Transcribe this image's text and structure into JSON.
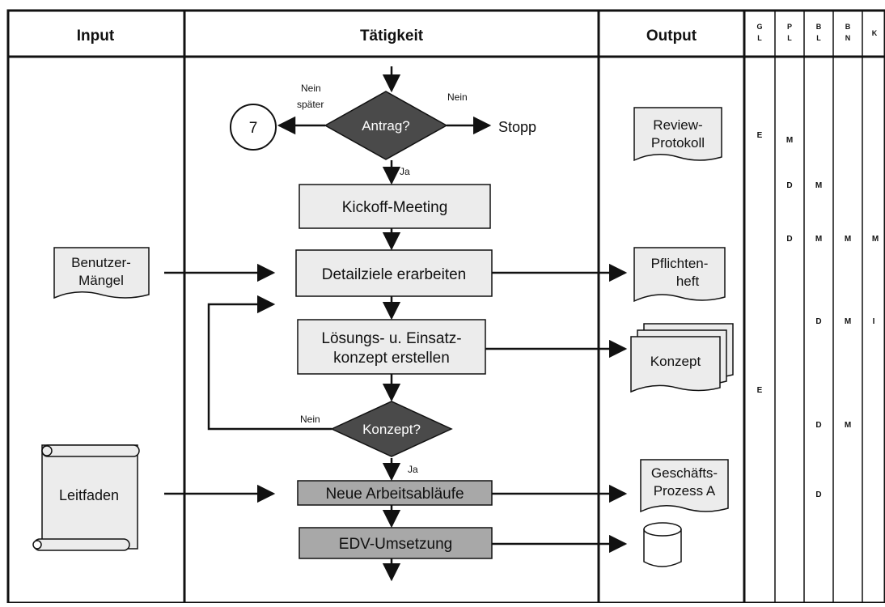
{
  "header": {
    "input": "Input",
    "activity": "Tätigkeit",
    "output": "Output",
    "roles": [
      {
        "top": "G",
        "bottom": "L"
      },
      {
        "top": "P",
        "bottom": "L"
      },
      {
        "top": "B",
        "bottom": "L"
      },
      {
        "top": "B",
        "bottom": "N"
      },
      {
        "top": "K",
        "bottom": ""
      }
    ]
  },
  "flow": {
    "decision_antrag": "Antrag?",
    "decision_konzept": "Konzept?",
    "connector": "7",
    "stop": "Stopp",
    "nein_later_1": "Nein",
    "nein_later_2": "später",
    "nein_right": "Nein",
    "ja_1": "Ja",
    "nein_loop": "Nein",
    "ja_2": "Ja",
    "kickoff": "Kickoff-Meeting",
    "detailziele": "Detailziele erarbeiten",
    "loesung_1": "Lösungs- u. Einsatz-",
    "loesung_2": "konzept erstellen",
    "neue_ablaeufe": "Neue Arbeitsabläufe",
    "edv": "EDV-Umsetzung"
  },
  "inputs": {
    "benutzer_1": "Benutzer-",
    "benutzer_2": "Mängel",
    "leitfaden": "Leitfaden"
  },
  "outputs": {
    "review_1": "Review-",
    "review_2": "Protokoll",
    "pflicht_1": "Pflichten-",
    "pflicht_2": "heft",
    "konzept": "Konzept",
    "geschaeft_1": "Geschäfts-",
    "geschaeft_2": "Prozess A"
  },
  "matrix": {
    "r1_gl": "E",
    "r1_pl": "M",
    "r2_pl": "D",
    "r2_bl": "M",
    "r3_pl": "D",
    "r3_bl": "M",
    "r3_bn": "M",
    "r3_k": "M",
    "r4_bl": "D",
    "r4_bn": "M",
    "r4_k": "I",
    "r5_gl": "E",
    "r6_bl": "D",
    "r6_bn": "M",
    "r7_bl": "D"
  },
  "colors": {
    "light_box": "#ececec",
    "dark_box": "#a8a8a8",
    "decision": "#4a4a4a",
    "doc_fill": "#ececec",
    "line": "#111111"
  }
}
